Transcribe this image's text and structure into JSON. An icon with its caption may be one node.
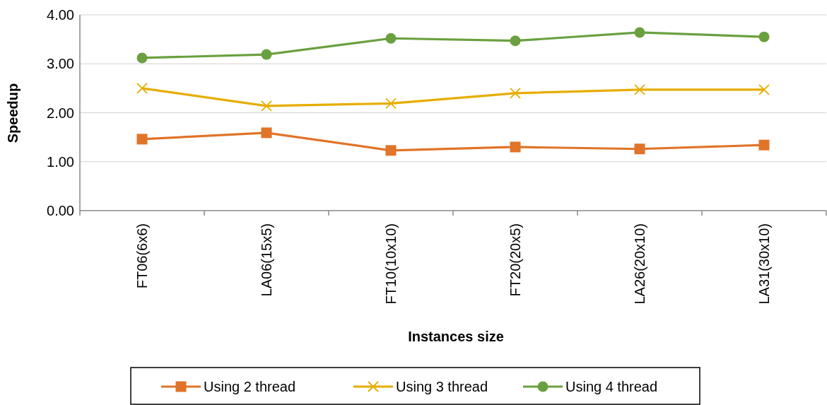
{
  "diagram": {
    "chart_data": {
      "type": "line",
      "xlabel": "Instances size",
      "ylabel": "Speedup",
      "categories": [
        "FT06(6x6)",
        "LA06(15x5)",
        "FT10(10x10)",
        "FT20(20x5)",
        "LA26(20x10)",
        "LA31(30x10)"
      ],
      "series": [
        {
          "name": "Using 2 thread",
          "color": "#e07428",
          "marker": "square",
          "values": [
            1.46,
            1.59,
            1.23,
            1.3,
            1.26,
            1.34
          ]
        },
        {
          "name": "Using 3 thread",
          "color": "#e6ad00",
          "marker": "x",
          "values": [
            2.5,
            2.14,
            2.19,
            2.4,
            2.47,
            2.47
          ]
        },
        {
          "name": "Using 4 thread",
          "color": "#6aa03f",
          "marker": "circle",
          "values": [
            3.12,
            3.19,
            3.52,
            3.47,
            3.64,
            3.55
          ]
        }
      ],
      "ylim": [
        0,
        4
      ],
      "grid": true,
      "legend": "bottom",
      "yticks": [
        {
          "value": 0,
          "label": "0.00"
        },
        {
          "value": 1,
          "label": "1.00"
        },
        {
          "value": 2,
          "label": "2.00"
        },
        {
          "value": 3,
          "label": "3.00"
        },
        {
          "value": 4,
          "label": "4.00"
        }
      ]
    }
  }
}
